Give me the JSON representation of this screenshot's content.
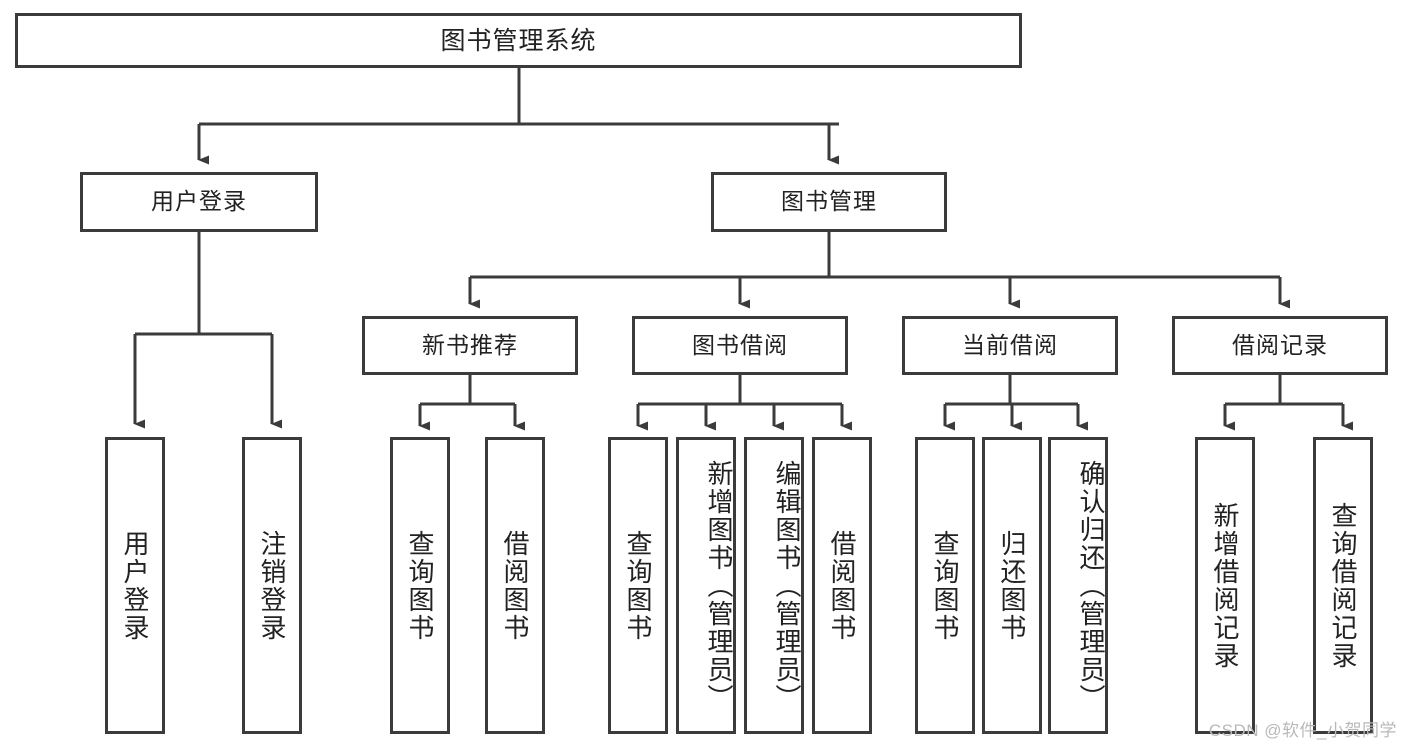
{
  "diagram": {
    "title": "图书管理系统",
    "type": "hierarchy-tree",
    "root": {
      "label": "图书管理系统"
    },
    "level2": [
      {
        "label": "用户登录"
      },
      {
        "label": "图书管理"
      }
    ],
    "level3": [
      {
        "label": "新书推荐",
        "parent": "图书管理"
      },
      {
        "label": "图书借阅",
        "parent": "图书管理"
      },
      {
        "label": "当前借阅",
        "parent": "图书管理"
      },
      {
        "label": "借阅记录",
        "parent": "图书管理"
      }
    ],
    "leaves": [
      {
        "label": "用户登录",
        "parent": "用户登录"
      },
      {
        "label": "注销登录",
        "parent": "用户登录"
      },
      {
        "label": "查询图书",
        "parent": "新书推荐"
      },
      {
        "label": "借阅图书",
        "parent": "新书推荐"
      },
      {
        "label": "查询图书",
        "parent": "图书借阅"
      },
      {
        "label": "新增图书（管理员）",
        "parent": "图书借阅"
      },
      {
        "label": "编辑图书（管理员）",
        "parent": "图书借阅"
      },
      {
        "label": "借阅图书",
        "parent": "图书借阅"
      },
      {
        "label": "查询图书",
        "parent": "当前借阅"
      },
      {
        "label": "归还图书",
        "parent": "当前借阅"
      },
      {
        "label": "确认归还（管理员）",
        "parent": "当前借阅"
      },
      {
        "label": "新增借阅记录",
        "parent": "借阅记录"
      },
      {
        "label": "查询借阅记录",
        "parent": "借阅记录"
      }
    ],
    "watermark": "CSDN @软件_小贺同学",
    "colors": {
      "border": "#3b3b3b",
      "background": "#ffffff",
      "text": "#222222",
      "watermark": "#b9b9b9"
    }
  }
}
